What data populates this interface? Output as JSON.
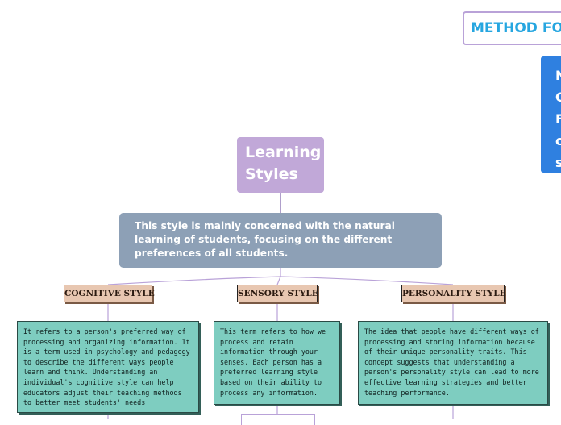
{
  "method_title": "METHOD FOR",
  "blue_box_lines": [
    "N",
    "C",
    "F",
    "c",
    "s"
  ],
  "root": {
    "title": "Learning Styles"
  },
  "description": "This style is mainly concerned with the natural learning of students, focusing on the different preferences of all students.",
  "styles": [
    {
      "label": "COGNITIVE STYLE",
      "text": "It refers to a person's preferred way of processing and organizing information. It is a term used in psychology and pedagogy to describe the different ways people learn and think. Understanding an individual's cognitive style can help educators adjust their teaching methods to better meet students' needs"
    },
    {
      "label": "SENSORY STYLE",
      "text": "This term refers to how we process and retain information through your senses. Each person has a preferred learning style based on their ability to process any information."
    },
    {
      "label": "PERSONALITY STYLE",
      "text": "The idea that people have different ways of processing and storing information because of their unique personality traits. This concept suggests that understanding a person's personality style can lead to more effective learning strategies and better teaching performance."
    }
  ],
  "colors": {
    "root": "#c1a8d8",
    "description": "#8da0b6",
    "label": "#e8c7b1",
    "card": "#7ecdc0",
    "connector": "#b9a2d8",
    "method_text": "#26a6e0",
    "blue_box": "#2f80e0"
  }
}
